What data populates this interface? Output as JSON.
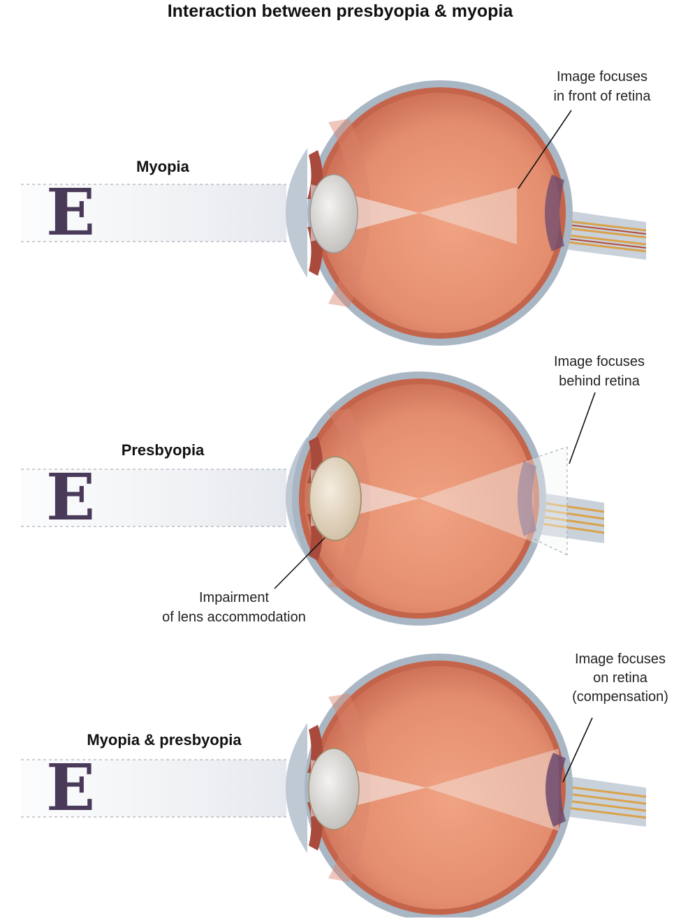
{
  "title": "Interaction between presbyopia & myopia",
  "chart_symbol": "E",
  "colors": {
    "sclera": "#a9b6c4",
    "choroid": "#c8684f",
    "vitreous": "#e9997a",
    "lens": "#dcdad6",
    "lens_aged": "#e6d9c4",
    "retina_spot": "#6b4a6e",
    "text": "#111111"
  },
  "panels": [
    {
      "label": "Myopia",
      "callout": [
        "Image focuses",
        "in front of retina"
      ],
      "focus": "in front of retina"
    },
    {
      "label": "Presbyopia",
      "callout": [
        "Image focuses",
        "behind retina"
      ],
      "focus": "behind retina",
      "lens_callout": [
        "Impairment",
        "of lens accommodation"
      ]
    },
    {
      "label": "Myopia & presbyopia",
      "callout": [
        "Image focuses",
        "on retina",
        "(compensation)"
      ],
      "focus": "on retina"
    }
  ]
}
